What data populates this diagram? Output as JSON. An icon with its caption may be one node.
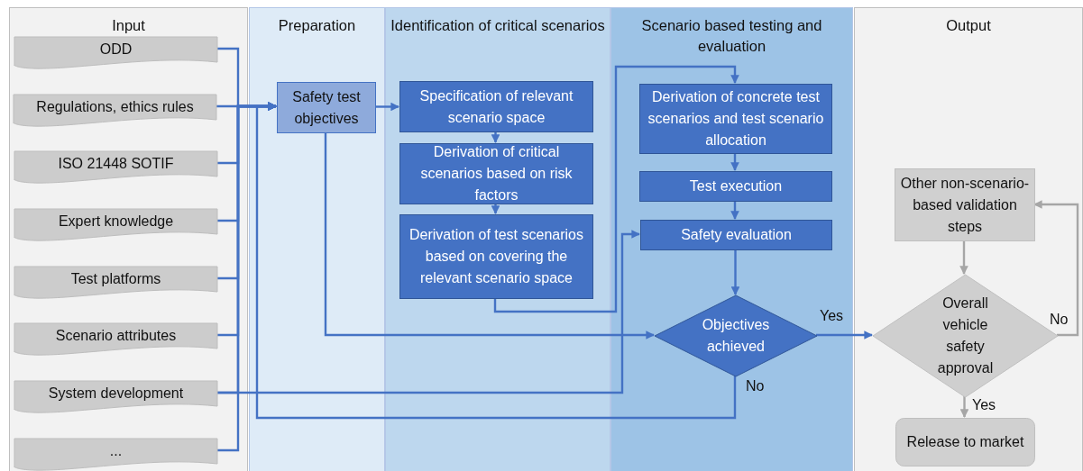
{
  "diagram": {
    "nodes": [
      {
        "text": [
          "Input"
        ]
      },
      {
        "text": [
          "Preparation"
        ]
      },
      {
        "text": [
          "Identification of critical scenarios"
        ]
      },
      {
        "text": [
          "Scenario based testing and evaluation"
        ]
      },
      {
        "text": [
          "Output"
        ]
      },
      {
        "text": [
          "ODD"
        ],
        "in": 0
      },
      {
        "text": [
          "Regulations, ethics rules"
        ],
        "in": 0
      },
      {
        "text": [
          "ISO 21448 SOTIF"
        ],
        "in": 0
      },
      {
        "text": [
          "Expert knowledge"
        ],
        "in": 0
      },
      {
        "text": [
          "Test platforms"
        ],
        "in": 0
      },
      {
        "text": [
          "Scenario attributes"
        ],
        "in": 0
      },
      {
        "text": [
          "System development"
        ],
        "in": 0
      },
      {
        "text": [
          "..."
        ],
        "in": 0
      },
      {
        "text": [
          "Safety test objectives"
        ],
        "in": 1
      },
      {
        "text": [
          "Specification of relevant scenario space"
        ],
        "in": 2
      },
      {
        "text": [
          "Derivation of critical scenarios based on risk factors"
        ],
        "in": 2
      },
      {
        "text": [
          "Derivation of test scenarios based on covering the relevant scenario space"
        ],
        "in": 2
      },
      {
        "text": [
          "Derivation of concrete test scenarios and test scenario allocation"
        ],
        "in": 3
      },
      {
        "text": [
          "Test execution"
        ],
        "in": 3
      },
      {
        "text": [
          "Safety evaluation"
        ],
        "in": 3
      },
      {
        "text": [
          "Objectives achieved"
        ],
        "in": 3
      },
      {
        "text": [
          "Other non-scenario-based validation steps"
        ],
        "in": 4
      },
      {
        "text": [
          "Overall vehicle safety approval"
        ],
        "in": 4
      },
      {
        "text": [
          "Release to market"
        ],
        "in": 4
      }
    ],
    "edges": [
      {
        "from": 5,
        "to": 13,
        "arrow": "to"
      },
      {
        "from": 6,
        "to": 13,
        "arrow": "to"
      },
      {
        "from": 7,
        "to": 13,
        "arrow": "to"
      },
      {
        "from": 8,
        "to": 13,
        "arrow": "to"
      },
      {
        "from": 9,
        "to": 13,
        "arrow": "to"
      },
      {
        "from": 10,
        "to": 13,
        "arrow": "to"
      },
      {
        "from": 11,
        "to": 13,
        "arrow": "to"
      },
      {
        "from": 12,
        "to": 13,
        "arrow": "to"
      },
      {
        "from": 11,
        "to": 19,
        "arrow": "to"
      },
      {
        "from": 13,
        "to": 14,
        "arrow": "to"
      },
      {
        "from": 13,
        "to": 20,
        "arrow": "to"
      },
      {
        "from": 14,
        "to": 15,
        "arrow": "to"
      },
      {
        "from": 15,
        "to": 16,
        "arrow": "to"
      },
      {
        "from": 16,
        "to": 17,
        "arrow": "to"
      },
      {
        "from": 17,
        "to": 18,
        "arrow": "to"
      },
      {
        "from": 18,
        "to": 19,
        "arrow": "to"
      },
      {
        "from": 19,
        "to": 20,
        "arrow": "to"
      },
      {
        "from": 20,
        "to": 22,
        "arrow": "to",
        "label": "Yes"
      },
      {
        "from": 20,
        "to": 13,
        "arrow": "to",
        "label": "No"
      },
      {
        "from": 21,
        "to": 22,
        "arrow": "to",
        "color": "#a6a6a6"
      },
      {
        "from": 22,
        "to": 21,
        "arrow": "to",
        "label": "No",
        "color": "#a6a6a6"
      },
      {
        "from": 22,
        "to": 23,
        "arrow": "to",
        "label": "Yes",
        "color": "#a6a6a6"
      }
    ]
  }
}
